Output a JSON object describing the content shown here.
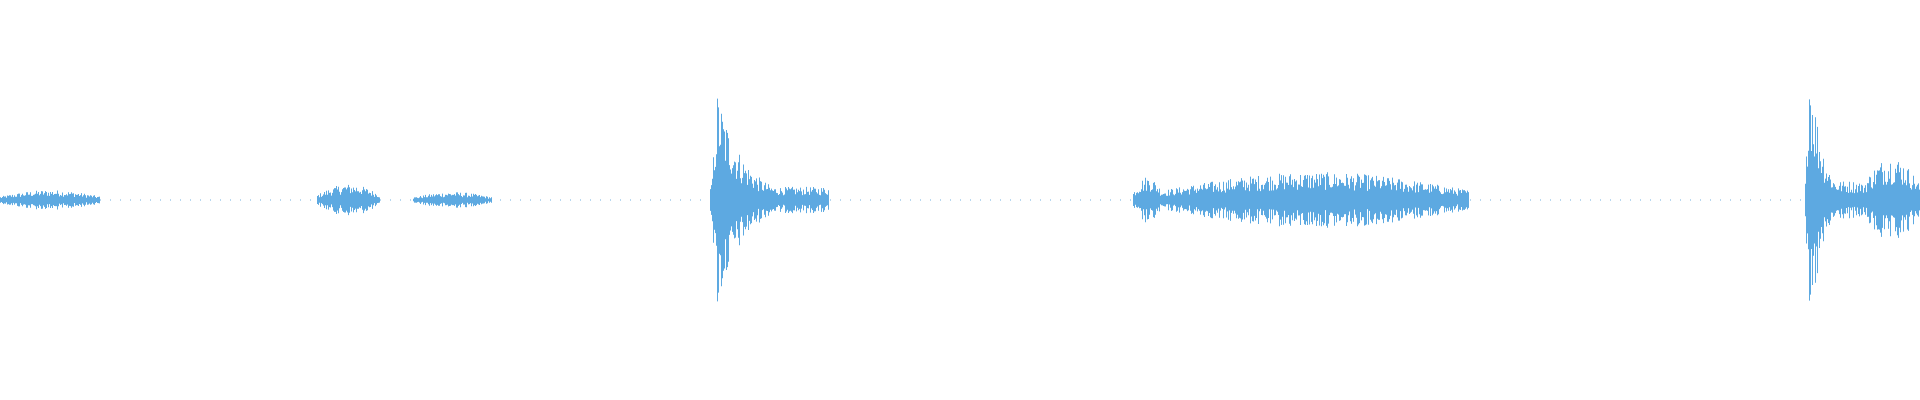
{
  "waveform": {
    "color": "#5DA9E1",
    "background": "#ffffff",
    "duration": 1.0,
    "segments": [
      {
        "start": 0.0,
        "end": 0.052,
        "peak": 0.05
      },
      {
        "start": 0.165,
        "end": 0.198,
        "peak": 0.08
      },
      {
        "start": 0.215,
        "end": 0.256,
        "peak": 0.04
      },
      {
        "start": 0.37,
        "end": 0.432,
        "peak": 0.55
      },
      {
        "start": 0.59,
        "end": 0.605,
        "peak": 0.12
      },
      {
        "start": 0.605,
        "end": 0.765,
        "peak": 0.14
      },
      {
        "start": 0.94,
        "end": 0.97,
        "peak": 0.8
      },
      {
        "start": 0.97,
        "end": 1.0,
        "peak": 0.22
      }
    ]
  }
}
